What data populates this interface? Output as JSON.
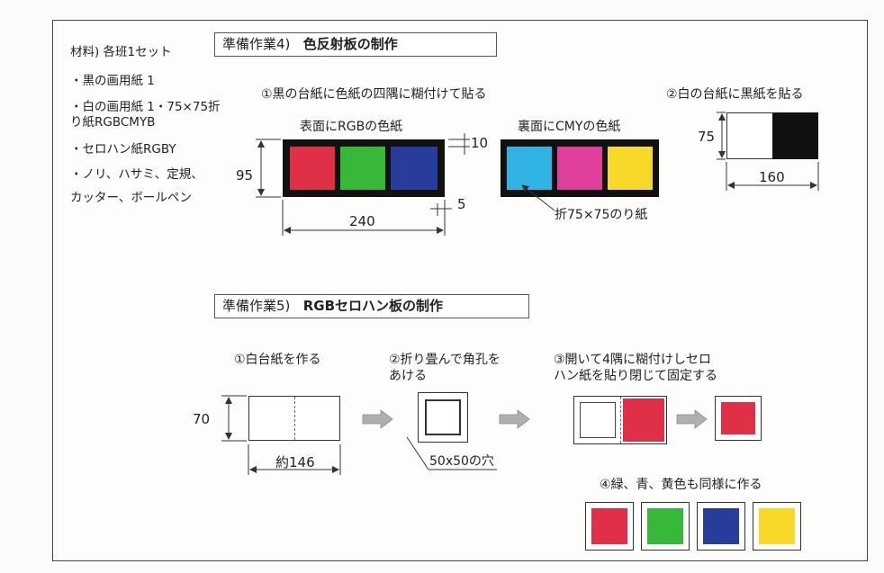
{
  "colors": {
    "red": "#e03048",
    "green": "#38b838",
    "blue": "#283c9c",
    "cyan": "#30b4e4",
    "magenta": "#e0409c",
    "yellow": "#f8d828",
    "black": "#111111",
    "arrow": "#a8a8a8"
  },
  "materials": {
    "header": "材料) 各班1セット",
    "items": [
      "・黒の画用紙 1",
      "・白の画用紙 1・75×75折",
      "り紙RGBCMYB",
      "・セロハン紙RGBY",
      "・ノリ、ハサミ、定規、",
      "カッター、ボールペン"
    ]
  },
  "prep4": {
    "title_a": "準備作業4)",
    "title_b": "色反射板の制作",
    "step1": "①黒の台紙に色紙の四隅に糊付けて貼る",
    "front_label": "表面にRGBの色紙",
    "back_label": "裏面にCMYの色紙",
    "origami_label": "折75×75のり紙",
    "step2": "②白の台紙に黒紙を貼る",
    "dims": {
      "h95": "95",
      "w240": "240",
      "m10": "10",
      "m5": "5",
      "h75": "75",
      "w160": "160"
    }
  },
  "prep5": {
    "title_a": "準備作業5)",
    "title_b": "RGBセロハン板の制作",
    "step1": "①白台紙を作る",
    "step2_line1": "②折り畳んで角孔を",
    "step2_line2": "あける",
    "step3_line1": "③開いて4隅に糊付けしセロ",
    "step3_line2": "ハン紙を貼り閉じて固定する",
    "step4": "④緑、青、黄色も同様に作る",
    "hole_label": "50x50の穴",
    "dims": {
      "h70": "70",
      "w146": "約146"
    }
  }
}
